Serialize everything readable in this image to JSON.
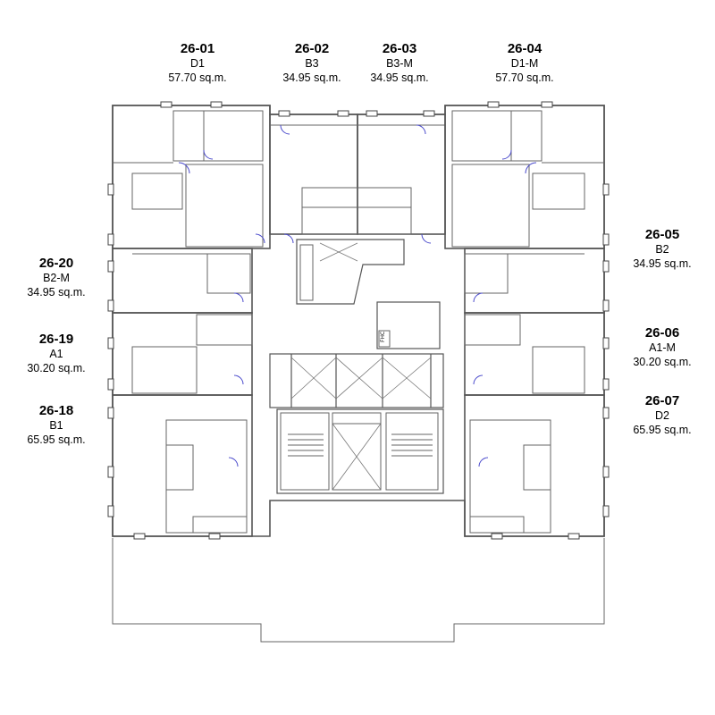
{
  "units": [
    {
      "id": "26-01",
      "type": "D1",
      "area": "57.70 sq.m."
    },
    {
      "id": "26-02",
      "type": "B3",
      "area": "34.95 sq.m."
    },
    {
      "id": "26-03",
      "type": "B3-M",
      "area": "34.95 sq.m."
    },
    {
      "id": "26-04",
      "type": "D1-M",
      "area": "57.70 sq.m."
    },
    {
      "id": "26-05",
      "type": "B2",
      "area": "34.95 sq.m."
    },
    {
      "id": "26-06",
      "type": "A1-M",
      "area": "30.20 sq.m."
    },
    {
      "id": "26-07",
      "type": "D2",
      "area": "65.95 sq.m."
    },
    {
      "id": "26-18",
      "type": "B1",
      "area": "65.95 sq.m."
    },
    {
      "id": "26-19",
      "type": "A1",
      "area": "30.20 sq.m."
    },
    {
      "id": "26-20",
      "type": "B2-M",
      "area": "34.95 sq.m."
    }
  ],
  "core": {
    "fhc_label": "FHC"
  }
}
